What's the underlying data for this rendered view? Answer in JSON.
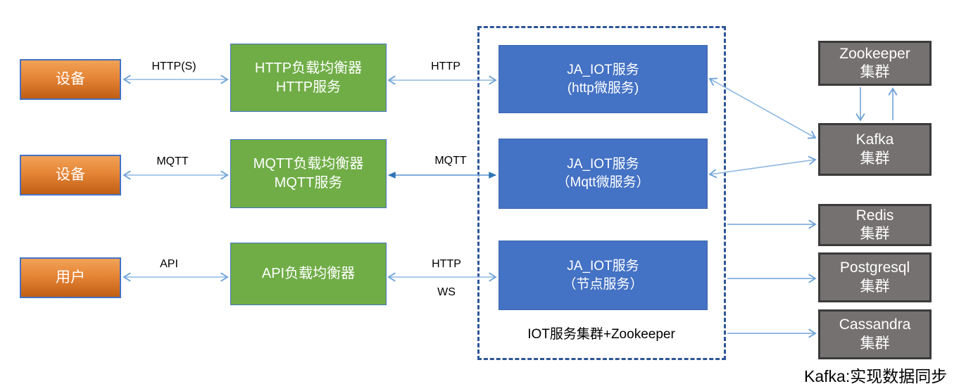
{
  "diagram": {
    "nodes": {
      "device1": {
        "label": "设备"
      },
      "device2": {
        "label": "设备"
      },
      "user": {
        "label": "用户"
      },
      "http_lb": {
        "label": "HTTP负载均衡器\nHTTP服务"
      },
      "mqtt_lb": {
        "label": "MQTT负载均衡器\nMQTT服务"
      },
      "api_lb": {
        "label": "API负载均衡器"
      },
      "iot_http": {
        "label": "JA_IOT服务\n(http微服务)"
      },
      "iot_mqtt": {
        "label": "JA_IOT服务\n（Mqtt微服务）"
      },
      "iot_node": {
        "label": "JA_IOT服务\n（节点服务）"
      },
      "zookeeper": {
        "label": "Zookeeper\n集群"
      },
      "kafka": {
        "label": "Kafka\n集群"
      },
      "redis": {
        "label": "Redis\n集群"
      },
      "postgresql": {
        "label": "Postgresql\n集群"
      },
      "cassandra": {
        "label": "Cassandra\n集群"
      }
    },
    "container_label": "IOT服务集群+Zookeeper",
    "edge_labels": {
      "http_s": "HTTP(S)",
      "http1": "HTTP",
      "mqtt1": "MQTT",
      "mqtt2": "MQTT",
      "api": "API",
      "http3": "HTTP",
      "ws": "WS"
    },
    "footnote": "Kafka:实现数据同步",
    "colors": {
      "orange_top": "#F1A257",
      "orange_bottom": "#C05F14",
      "green": "#70AD47",
      "blue": "#4472C4",
      "gray": "#767171",
      "gray_border": "#3B3B3B",
      "node_border_blue": "#4472C4",
      "dashed_border": "#2F5597",
      "arrow": "#6FA3D8",
      "arrow_filled": "#2E75B6",
      "text_light": "#FFFFFF",
      "text_dark": "#000000"
    }
  }
}
